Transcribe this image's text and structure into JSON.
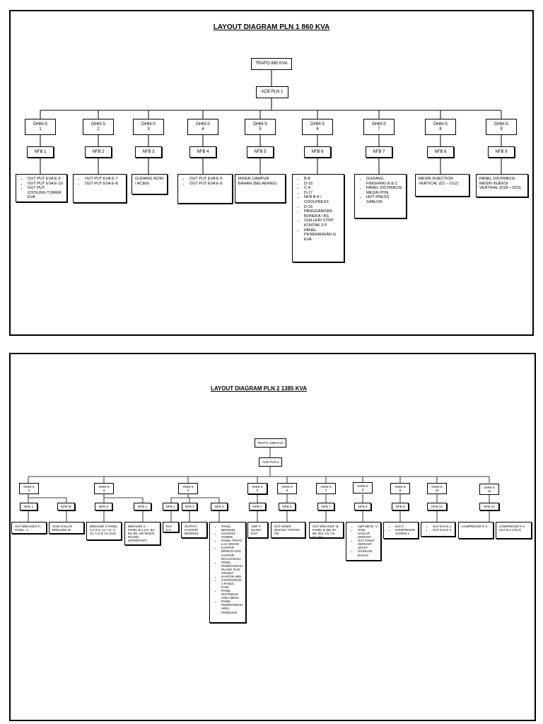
{
  "diagram1": {
    "title": "LAYOUT DIAGRAM PLN 1 860 KVA",
    "trafo": "TRAFO 860 KVA",
    "acb": "ACB PLN 1",
    "branches": [
      {
        "ohm": "OHM-S\n1",
        "nfb": "NFB 1",
        "leaf_type": "list",
        "leaf": [
          "OUT PUT EVA E-3",
          "OUT PUT EVA E-10",
          "OUT PUT COOLING TOWER EVA"
        ]
      },
      {
        "ohm": "OHM-S\n2",
        "nfb": "NFB 2",
        "leaf_type": "list",
        "leaf": [
          "OUT PUT EVA E-7",
          "OUT PUT EVA E-8"
        ]
      },
      {
        "ohm": "OHM-S\n3",
        "nfb": "NFB 3",
        "leaf_type": "text",
        "leaf": [
          "GUDANG RONI / ACIEN"
        ]
      },
      {
        "ohm": "OHM-S\n4",
        "nfb": "NFB 4",
        "leaf_type": "list",
        "leaf": [
          "OUT PUT EVA E-5",
          "OUT PUT EVA E-6"
        ]
      },
      {
        "ohm": "OHM-S\n5",
        "nfb": "NFB 5",
        "leaf_type": "text",
        "leaf": [
          "MIXER CAMPUR BAHAN (BELAKANG)"
        ]
      },
      {
        "ohm": "OHM-S\n6",
        "nfb": "NFB 6",
        "leaf_type": "list",
        "leaf": [
          "B-8",
          "D-15",
          "C-4",
          "D-17",
          "NFB B-8 / COOLPRESS",
          "D-16",
          "PANGGANGAN BONEKA / AS",
          "CHILLER/ STOP KONTAK 3 P",
          "PANEL PENERANGAN G. EVA"
        ]
      },
      {
        "ohm": "OHM-S\n7",
        "nfb": "NFB 7",
        "leaf_type": "list",
        "leaf": [
          "GUDANG FINISHING B & C",
          "PANEL DISTRIBUSI MESIN PON",
          "HOT PRESS SABLON"
        ]
      },
      {
        "ohm": "OHM-S\n8",
        "nfb": "NFB 8",
        "leaf_type": "text",
        "leaf": [
          "MESIN INJECTION VERTICAL (D1 – D12)"
        ]
      },
      {
        "ohm": "OHM-S\n9",
        "nfb": "NFB 9",
        "leaf_type": "text",
        "leaf": [
          "PANEL DISTRIBUSI MESIN INJEKSI VERTIKAL (D18 – D23)"
        ]
      }
    ]
  },
  "diagram2": {
    "title": "LAYOUT DIAGRAM PLN 2 1385 KVA",
    "trafo": "TRAFO 1385 KVA",
    "acb": "ACB PLN 2",
    "branches": [
      {
        "ohm": "OHM-S\n2",
        "nfbs": [
          {
            "label": "NFB 1",
            "leaf_type": "text",
            "leaf": [
              "OUT BREAKER S-PANEL -A"
            ]
          },
          {
            "label": "NFB W",
            "leaf_type": "text",
            "leaf": [
              "OHM SAKLAR BREAKER W"
            ]
          }
        ]
      },
      {
        "ohm": "OHM-S\n3",
        "nfbs": [
          {
            "label": "NFB X",
            "leaf_type": "text",
            "leaf": [
              "BREAKER X PANEL A-2 (C2, C1, C3, A-10, A-9, D 14, D13)"
            ]
          },
          {
            "label": "NFB 2",
            "leaf_type": "text",
            "leaf": [
              "BREAKER 2 – PANEL B-1 (A2, B2, B3, B6, AIR MIXER, RUANG SPAREPART)"
            ]
          }
        ]
      },
      {
        "ohm": "OHM-S\n4",
        "nfbs": [
          {
            "label": "NFB 1",
            "leaf_type": "text",
            "leaf": [
              "EVA E-9"
            ]
          },
          {
            "label": "NFB 2",
            "leaf_type": "text",
            "leaf": [
              "OUTPUT KANTOR/ BENGKEL"
            ]
          },
          {
            "label": "NFB 3",
            "leaf_type": "list",
            "leaf": [
              "PANEL BENGKEL",
              "COOLING TOWER",
              "PANEL TRAFO LAS ARGON",
              "KANTOR DIREKSI DAN KANTOR BAHAN BAKU",
              "PANEL PENERANGAN RUANG PLN/ GENSET",
              "KANTOR HRD",
              "STOPKONTAK 3 FASE/1 FASE",
              "PANEL DISTRIBUSI AREA MESS",
              "PANEL PENERANGAN AREA PRODUKSI"
            ]
          }
        ]
      },
      {
        "ohm": "OHM-S\n5",
        "nfbs": [
          {
            "label": "NFB Y",
            "leaf_type": "text",
            "leaf": [
              "AMP-Y-GILING RAIT"
            ]
          }
        ]
      },
      {
        "ohm": "OHM-S\n6",
        "nfbs": [
          {
            "label": "NFB 6",
            "leaf_type": "text",
            "leaf": [
              "OUT MIXER (BAHAN / ROTARI F8)"
            ]
          }
        ]
      },
      {
        "ohm": "OHM-S\n7",
        "nfbs": [
          {
            "label": "NFB 7",
            "leaf_type": "text",
            "leaf": [
              "OUT BREAKER- B-PANEL-B (B5, B7, B9, B10, C5, C6, C7, D1)"
            ]
          }
        ]
      },
      {
        "ohm": "OHM-S\n8",
        "nfbs": [
          {
            "label": "NFB 8",
            "leaf_type": "list",
            "leaf": [
              "AMP METE -V",
              "OHM SAKLAR HIDRANT",
              "OUT TANKI/ HIDRANT/ JOCKY",
              "GILINGAN BAHAN"
            ]
          }
        ]
      },
      {
        "ohm": "OHM-S\n9",
        "nfbs": [
          {
            "label": "NFB 9",
            "leaf_type": "list",
            "leaf": [
              "EVA 2",
              "KOMPRESOR SCREW-1"
            ]
          }
        ]
      },
      {
        "ohm": "OHM-S\n10",
        "nfbs": [
          {
            "label": "NFB 10",
            "leaf_type": "list",
            "leaf": [
              "OUT EVA E-1",
              "OUT EVA E-4"
            ]
          }
        ]
      },
      {
        "ohm": "OHM-S\n10",
        "nfbs": [
          {
            "label": "NFB 10",
            "leaf_type": "text",
            "leaf": [
              "COMPRESOR K-3",
              "COMPRESOR K-4 OUT B-1 (YM-1)"
            ]
          }
        ]
      }
    ]
  }
}
